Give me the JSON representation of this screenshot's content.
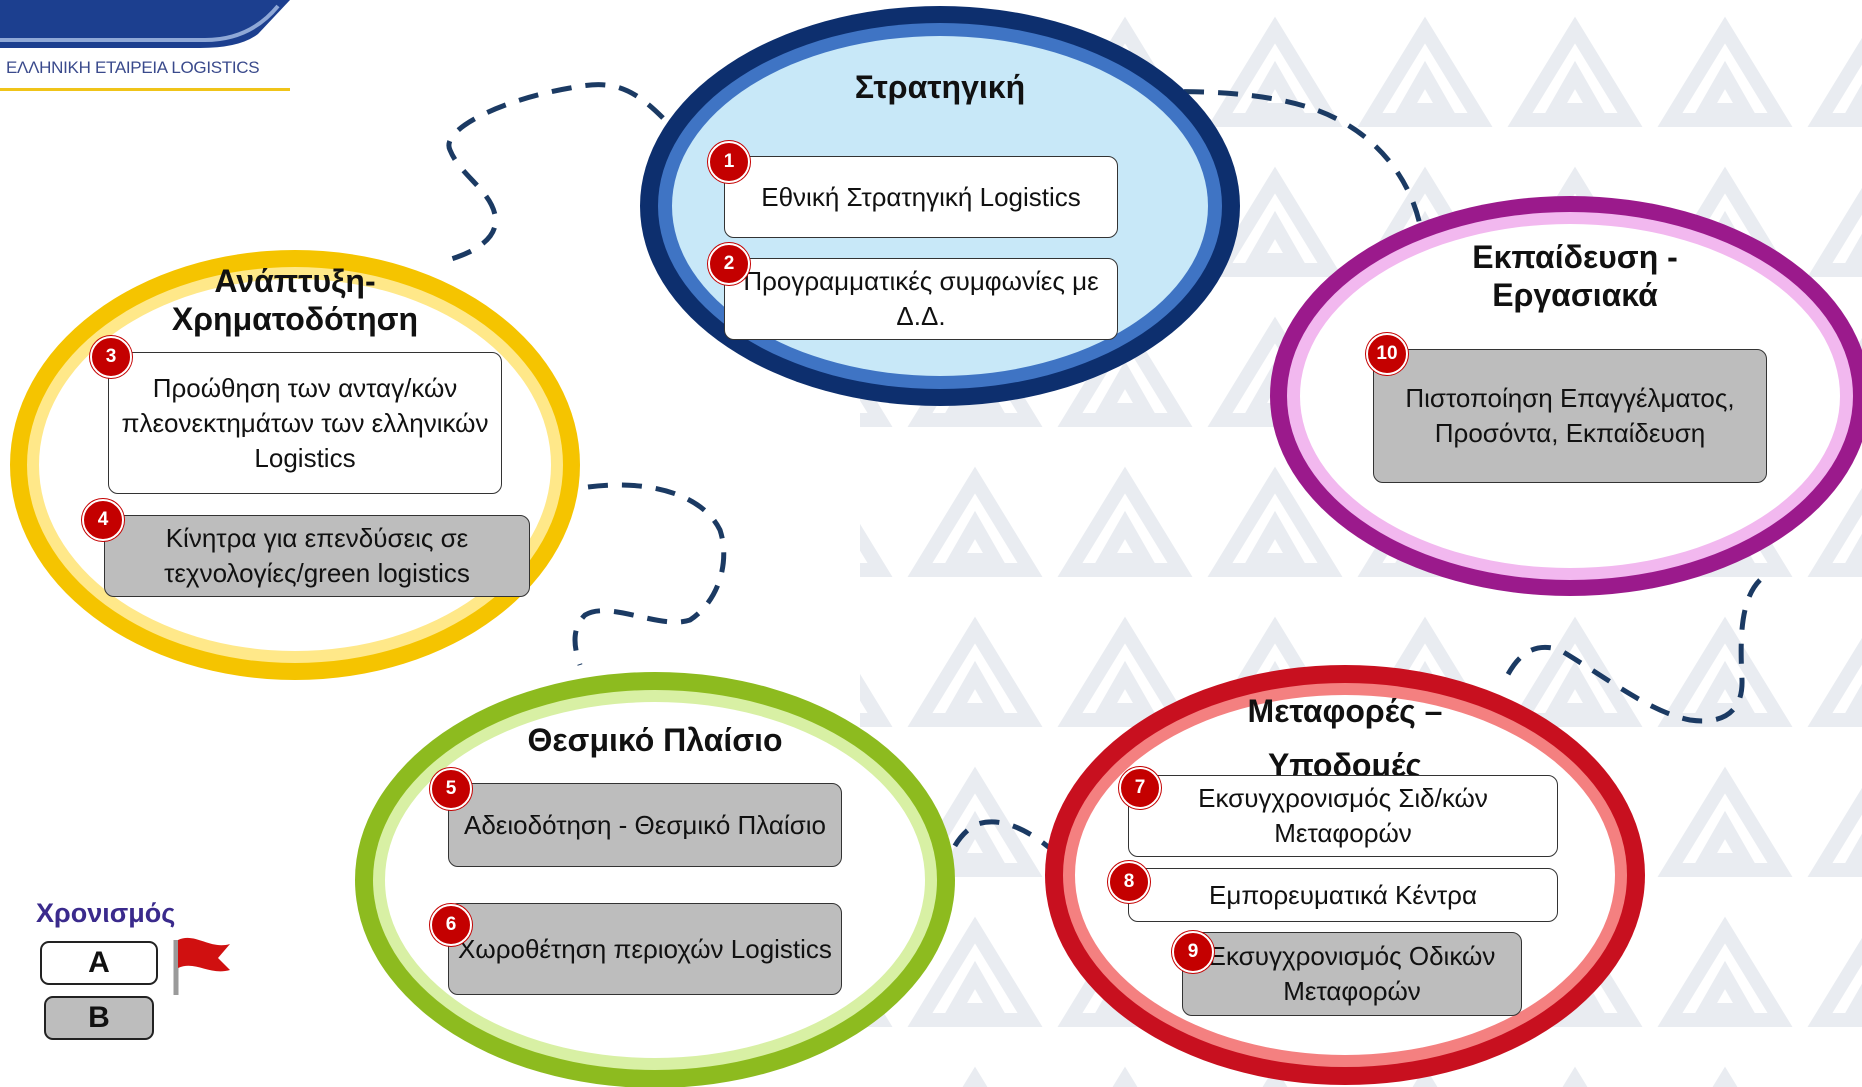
{
  "header": {
    "company_caption": "ΕΛΛΗΝΙΚΗ ΕΤΑΙΡΕΙΑ LOGISTICS"
  },
  "clusters": {
    "strategy": {
      "title": "Στρατηγική",
      "color": "#0d2f6e",
      "items": [
        {
          "num": "1",
          "text": "Εθνική Στρατηγική Logistics"
        },
        {
          "num": "2",
          "text": "Προγραμματικές συμφωνίες με Δ.Δ."
        }
      ]
    },
    "development": {
      "title": "Ανάπτυξη-Χρηματοδότηση",
      "color": "#f5c400",
      "items": [
        {
          "num": "3",
          "text": "Προώθηση των ανταγ/κών πλεονεκτημάτων των ελληνικών Logistics"
        },
        {
          "num": "4",
          "text": "Κίνητρα για επενδύσεις σε τεχνολογίες/green logistics"
        }
      ]
    },
    "education": {
      "title": "Εκπαίδευση - Εργασιακά",
      "color": "#9b1a8c",
      "items": [
        {
          "num": "10",
          "text": "Πιστοποίηση Επαγγέλματος, Προσόντα, Εκπαίδευση"
        }
      ]
    },
    "institutional": {
      "title": "Θεσμικό Πλαίσιο",
      "color": "#8dbb1f",
      "items": [
        {
          "num": "5",
          "text": "Αδειοδότηση - Θεσμικό Πλαίσιο"
        },
        {
          "num": "6",
          "text": "Χωροθέτηση περιοχών Logistics"
        }
      ]
    },
    "transport": {
      "title": "Μεταφορές – Υποδομές",
      "color": "#c8101f",
      "items": [
        {
          "num": "7",
          "text": "Εκσυγχρονισμός Σιδ/κών Μεταφορών"
        },
        {
          "num": "8",
          "text": "Εμπορευματικά Κέντρα"
        },
        {
          "num": "9",
          "text": "Εκσυγχρονισμός Οδικών Μεταφορών"
        }
      ]
    }
  },
  "legend": {
    "title": "Χρονισμός",
    "phases": [
      "A",
      "B"
    ],
    "flag_icon": "red-flag-icon",
    "accent": "#c40000"
  }
}
